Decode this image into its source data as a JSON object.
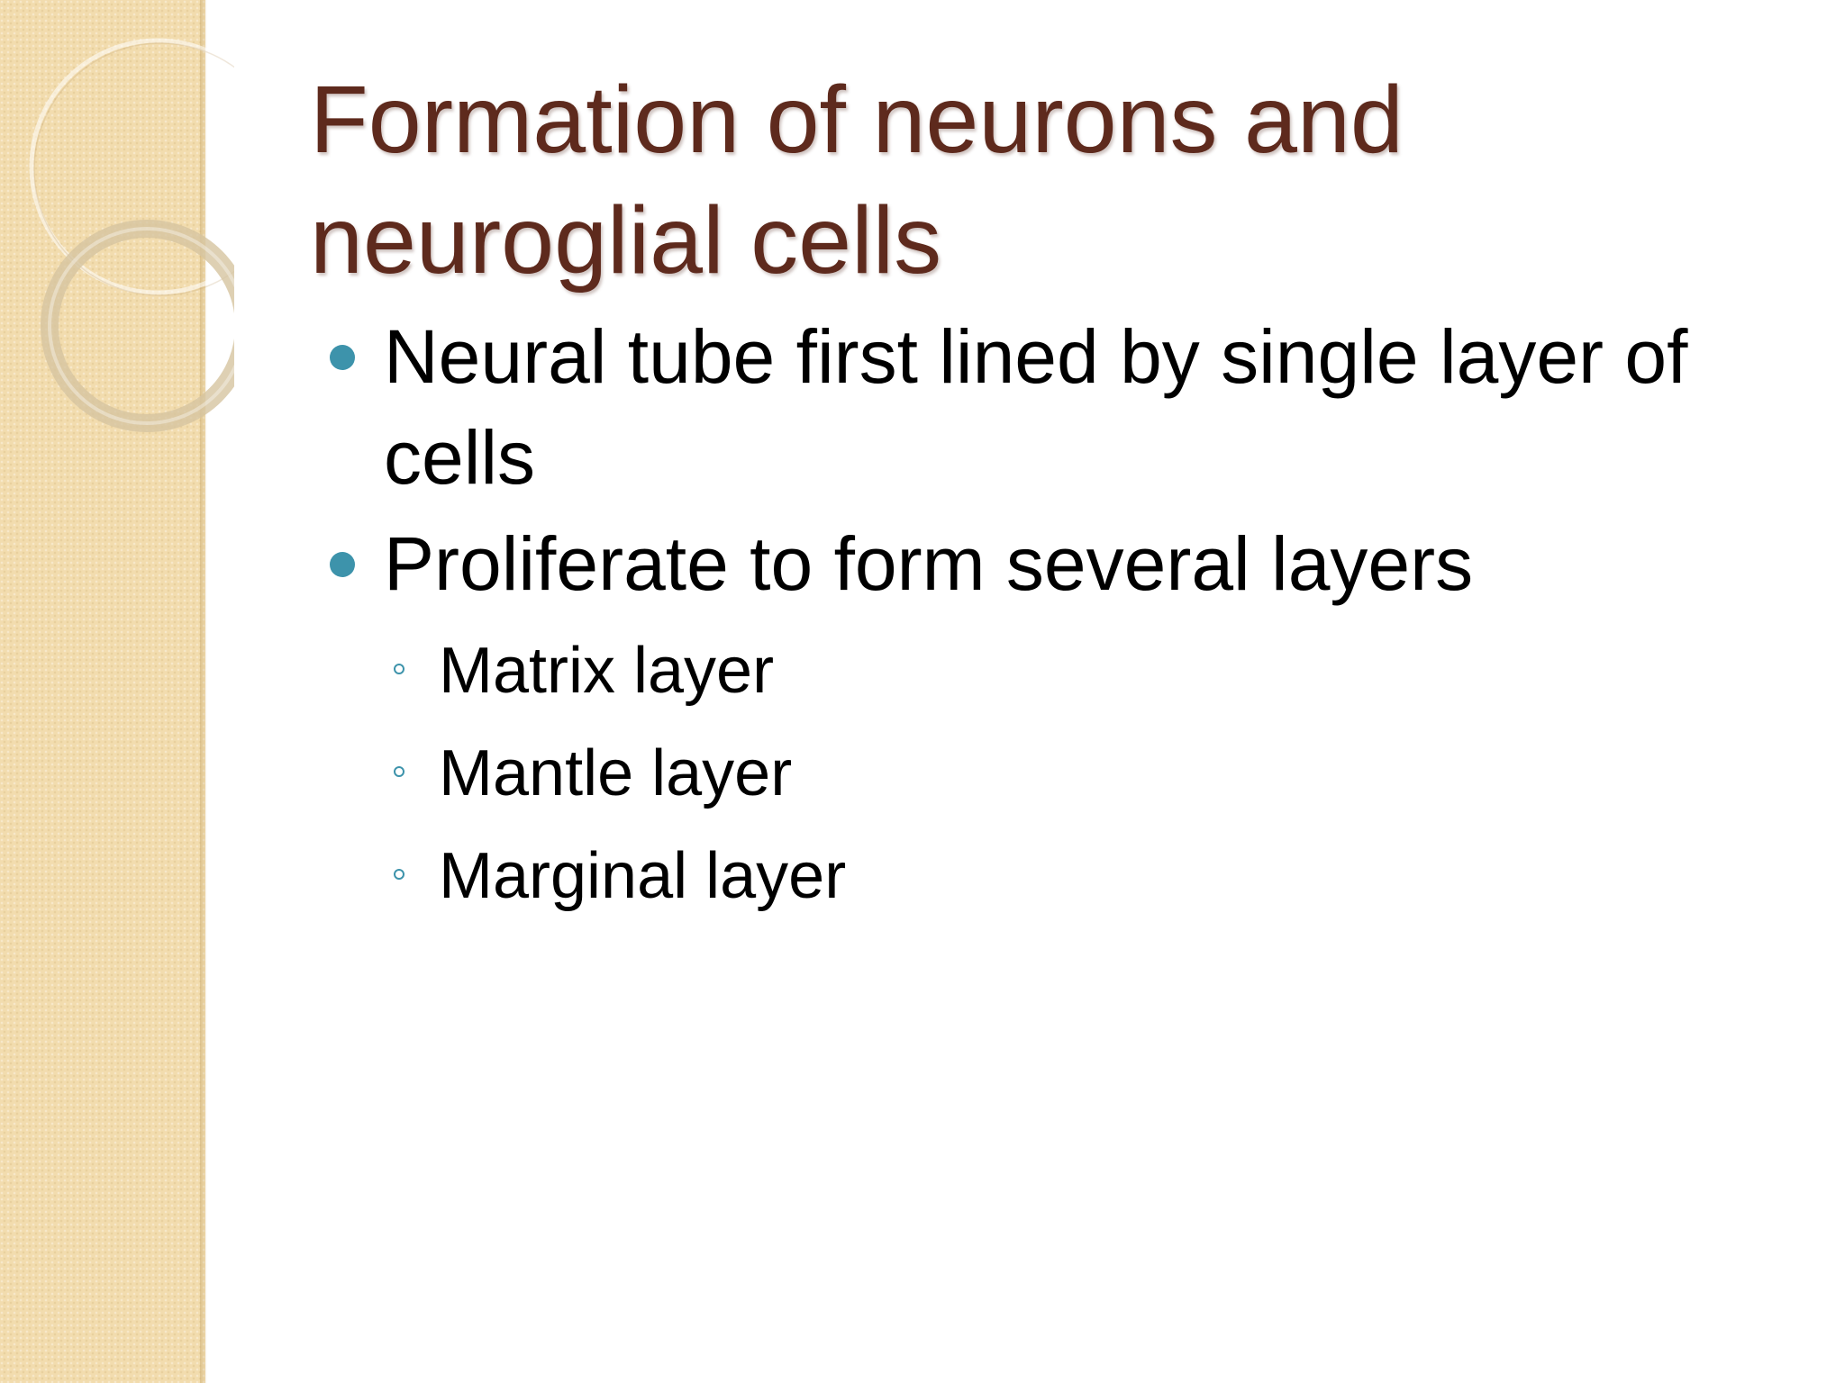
{
  "slide": {
    "title": "Formation of neurons and neuroglial cells",
    "bullets": [
      {
        "text": "Neural tube first lined by single layer of cells"
      },
      {
        "text": "Proliferate to form several layers",
        "subitems": [
          "Matrix layer",
          "Mantle layer",
          "Marginal layer"
        ]
      }
    ]
  },
  "colors": {
    "title": "#5e2a1d",
    "bullet": "#3d93ab",
    "side_band": "#f2dcae",
    "body_text": "#000000"
  },
  "icons": {
    "bullet_level_1": "filled-circle-icon",
    "bullet_level_2": "hollow-circle-icon"
  }
}
